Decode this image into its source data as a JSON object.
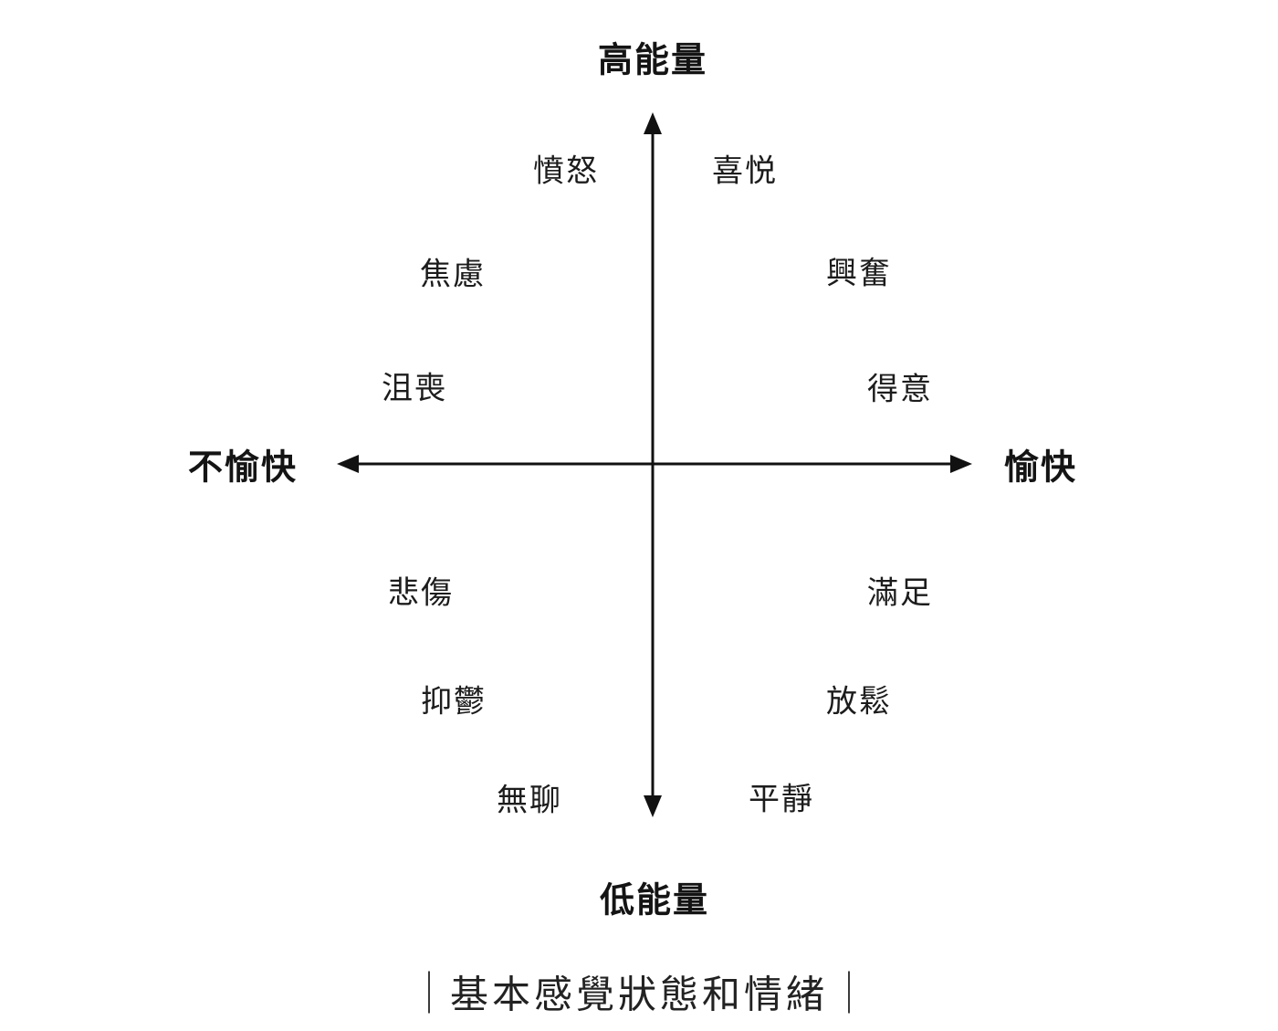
{
  "diagram": {
    "axes": {
      "top": "高能量",
      "bottom": "低能量",
      "left": "不愉快",
      "right": "愉快"
    },
    "quadrants": {
      "top_left": [
        "憤怒",
        "焦慮",
        "沮喪"
      ],
      "top_right": [
        "喜悦",
        "興奮",
        "得意"
      ],
      "bottom_left": [
        "悲傷",
        "抑鬱",
        "無聊"
      ],
      "bottom_right": [
        "滿足",
        "放鬆",
        "平靜"
      ]
    },
    "caption": "基本感覺狀態和情緒",
    "colors": {
      "axis_line": "#111111",
      "text": "#1c1c1c",
      "background": "#ffffff"
    }
  }
}
